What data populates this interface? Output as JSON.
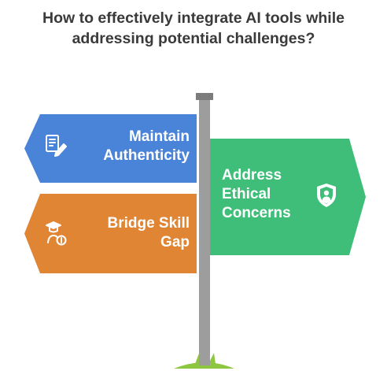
{
  "title": {
    "line1": "How to effectively integrate AI tools while",
    "line2": "addressing potential challenges?"
  },
  "signs": {
    "maintain": {
      "line1": "Maintain",
      "line2": "Authenticity",
      "icon": "document-pen-icon",
      "color": "#4a84d8"
    },
    "bridge": {
      "line1": "Bridge Skill",
      "line2": "Gap",
      "icon": "graduate-money-icon",
      "color": "#e08534"
    },
    "ethical": {
      "line1": "Address",
      "line2": "Ethical",
      "line3": "Concerns",
      "icon": "shield-person-icon",
      "color": "#3fbe7a"
    }
  },
  "colors": {
    "post": "#9d9d9d",
    "post_cap": "#7c7c7c",
    "grass": "#8dc63f",
    "title_text": "#3a3a3a"
  }
}
